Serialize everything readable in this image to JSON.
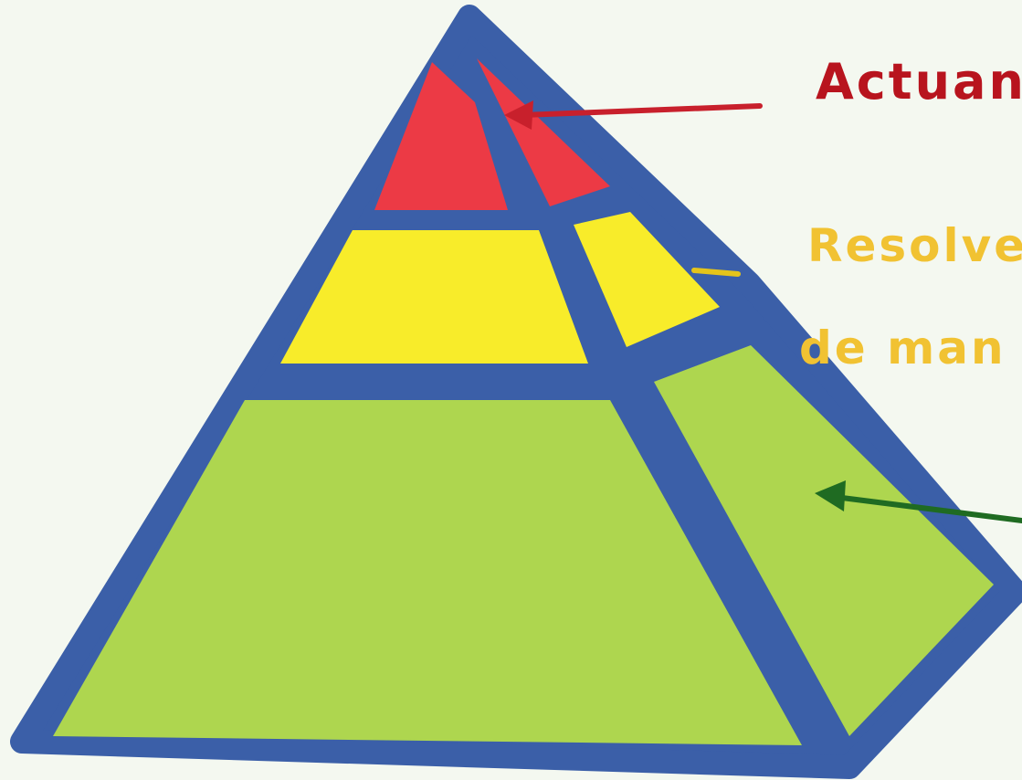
{
  "labels": {
    "top": "Actuan",
    "middle_line1": "Resolve",
    "middle_line2": "de man",
    "bottom": ""
  },
  "colors": {
    "outline": "#3b5fa8",
    "top_tier": "#ec3a45",
    "middle_tier": "#f8ec2a",
    "bottom_tier": "#aed64f",
    "top_text": "#b8141e",
    "middle_text": "#f1c232",
    "bottom_arrow": "#1f6b22",
    "background": "#f4f8f0"
  }
}
